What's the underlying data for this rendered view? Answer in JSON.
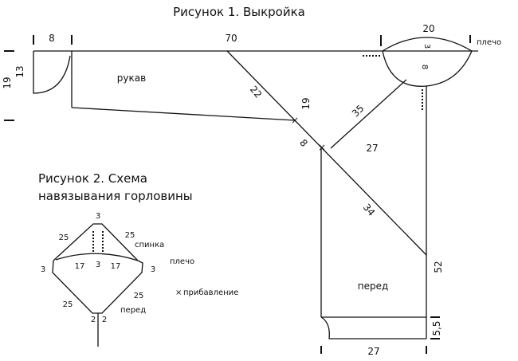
{
  "figure1": {
    "title": "Рисунок 1. Выкройка",
    "dims": {
      "sleeve_cap_width": "8",
      "sleeve_length": "70",
      "neck_width": "20",
      "neck_back_depth": "3",
      "neck_front_depth": "8",
      "left_height_outer": "19",
      "left_height_inner": "13",
      "raglan_sleeve": "22",
      "raglan_height": "19",
      "raglan_front_upper": "35",
      "raglan_offset": "8",
      "front_upper_width": "27",
      "raglan_front_lower": "34",
      "front_length": "52",
      "hem_height": "5,5",
      "bottom_width": "27"
    },
    "labels": {
      "shoulder": "плечо",
      "sleeve": "рукав",
      "front": "перед"
    }
  },
  "figure2": {
    "title_line1": "Рисунок 2. Схема",
    "title_line2": "навязывания горловины",
    "dims": {
      "top": "3",
      "back_left": "25",
      "back_right": "25",
      "left": "3",
      "shoulder_left": "17",
      "center": "3",
      "shoulder_right": "17",
      "right": "3",
      "front_left": "25",
      "front_right": "25",
      "bottom_left": "2",
      "bottom_right": "2"
    },
    "labels": {
      "back": "спинка",
      "shoulder": "плечо",
      "front": "перед",
      "legend_increase": "прибавление"
    },
    "legend_symbol": "×"
  }
}
